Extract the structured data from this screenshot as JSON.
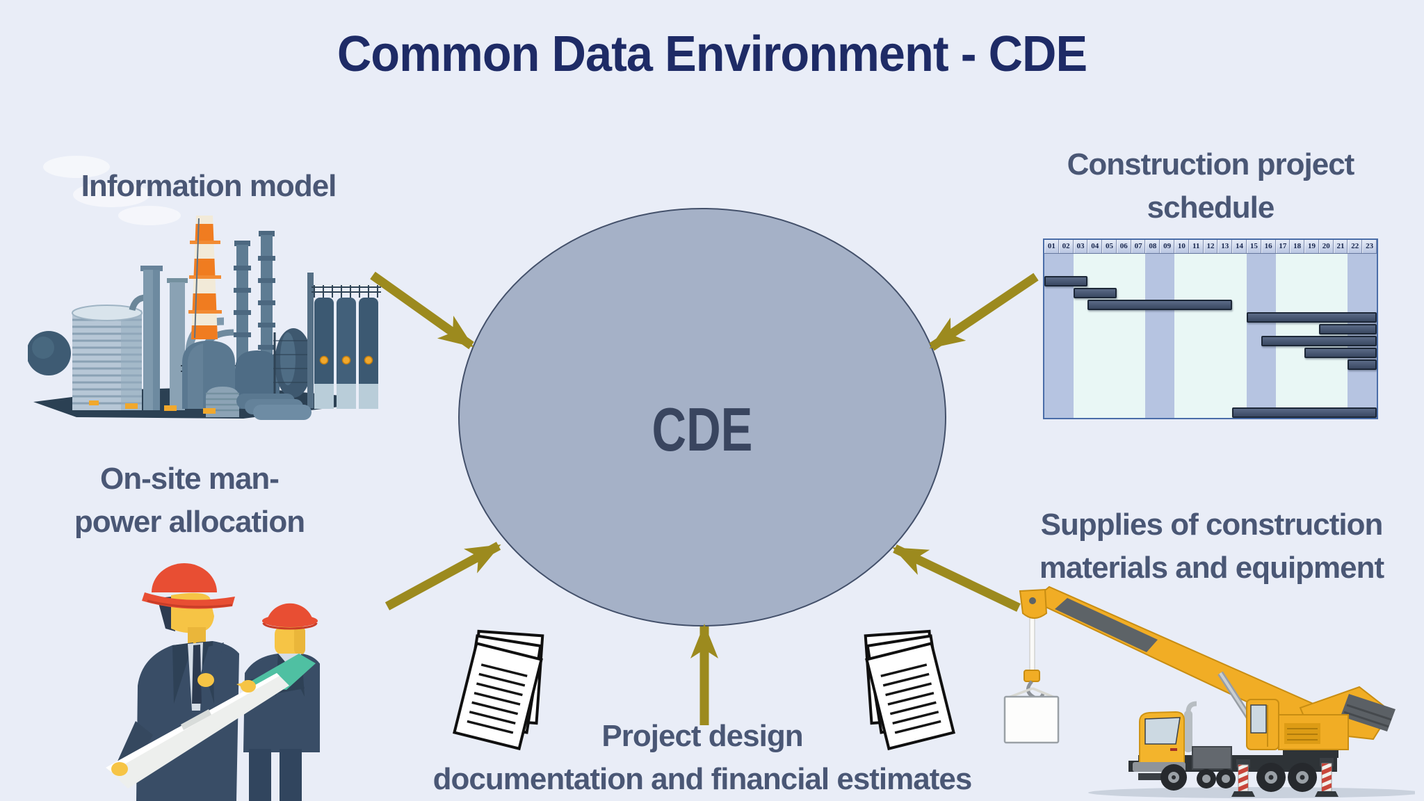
{
  "title": "Common Data Environment - CDE",
  "center_label": "CDE",
  "nodes": {
    "information_model": {
      "line1": "Information model",
      "icon": "industrial-plant"
    },
    "schedule": {
      "line1": "Construction project",
      "line2": "schedule",
      "icon": "gantt-chart"
    },
    "manpower": {
      "line1": "On-site man-",
      "line2": "power allocation",
      "icon": "engineers-with-blueprint"
    },
    "supplies": {
      "line1": "Supplies of construction",
      "line2": "materials and equipment",
      "icon": "mobile-crane-truck"
    },
    "documentation": {
      "line1": "Project design",
      "line2": "documentation and financial estimates",
      "icon": "document-stacks"
    }
  },
  "colors": {
    "background": "#e9edf7",
    "title": "#1e2b66",
    "label": "#4a5775",
    "ellipse_fill": "#a5b1c7",
    "ellipse_stroke": "#43506a",
    "cde_text": "#39455f",
    "arrow": "#9c8a1e",
    "gantt_bar": "#43506a",
    "gantt_band": "#b6c4e1",
    "gantt_background": "#e9f7f5"
  },
  "chart_data": {
    "type": "gantt",
    "columns": [
      "01",
      "02",
      "03",
      "04",
      "05",
      "06",
      "07",
      "08",
      "09",
      "10",
      "11",
      "12",
      "13",
      "14",
      "15",
      "16",
      "17",
      "18",
      "19",
      "20",
      "21",
      "22",
      "23"
    ],
    "bands": [
      [
        0,
        2
      ],
      [
        7,
        9
      ],
      [
        14,
        16
      ],
      [
        21,
        23
      ]
    ],
    "bars": [
      {
        "row": 1,
        "start": 0,
        "end": 3
      },
      {
        "row": 2,
        "start": 2,
        "end": 5
      },
      {
        "row": 3,
        "start": 3,
        "end": 13
      },
      {
        "row": 4,
        "start": 14,
        "end": 23
      },
      {
        "row": 5,
        "start": 19,
        "end": 23
      },
      {
        "row": 6,
        "start": 15,
        "end": 23
      },
      {
        "row": 7,
        "start": 18,
        "end": 23
      },
      {
        "row": 8,
        "start": 21,
        "end": 23
      },
      {
        "row": 12,
        "start": 13,
        "end": 23
      }
    ]
  }
}
